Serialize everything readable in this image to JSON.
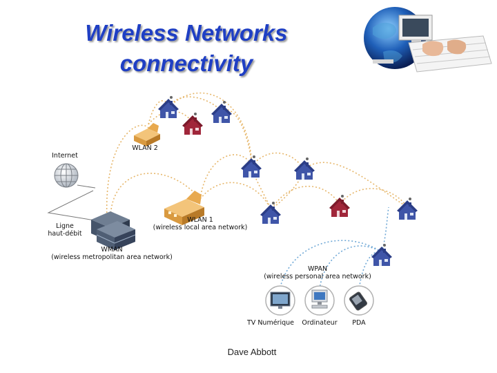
{
  "title": {
    "line1": "Wireless Networks",
    "line2": "connectivity"
  },
  "labels": {
    "internet": "Internet",
    "wlan2": "WLAN 2",
    "ligne1": "Ligne",
    "ligne2": "haut-débit",
    "wlan1_title": "WLAN 1",
    "wlan1_sub": "(wireless local area network)",
    "wman_title": "WMAN",
    "wman_sub": "(wireless metropolitan area network)",
    "wpan_title": "WPAN",
    "wpan_sub": "(wireless personal area network)",
    "tv": "TV Numérique",
    "ordinateur": "Ordinateur",
    "pda": "PDA"
  },
  "footer": "Dave Abbott",
  "icons": {
    "globe": "globe-icon",
    "house": "house-icon",
    "building": "building-icon",
    "tower": "office-tower-icon",
    "tv": "tv-icon",
    "computer": "computer-icon",
    "pda": "pda-icon",
    "keyboard": "keyboard-globe-photo"
  },
  "colors": {
    "title": "#1f3fc4",
    "link": "#e6b66a",
    "wpan_link": "#6fa8d6",
    "house_blue": "#3f55a8",
    "house_red": "#a0263a"
  }
}
